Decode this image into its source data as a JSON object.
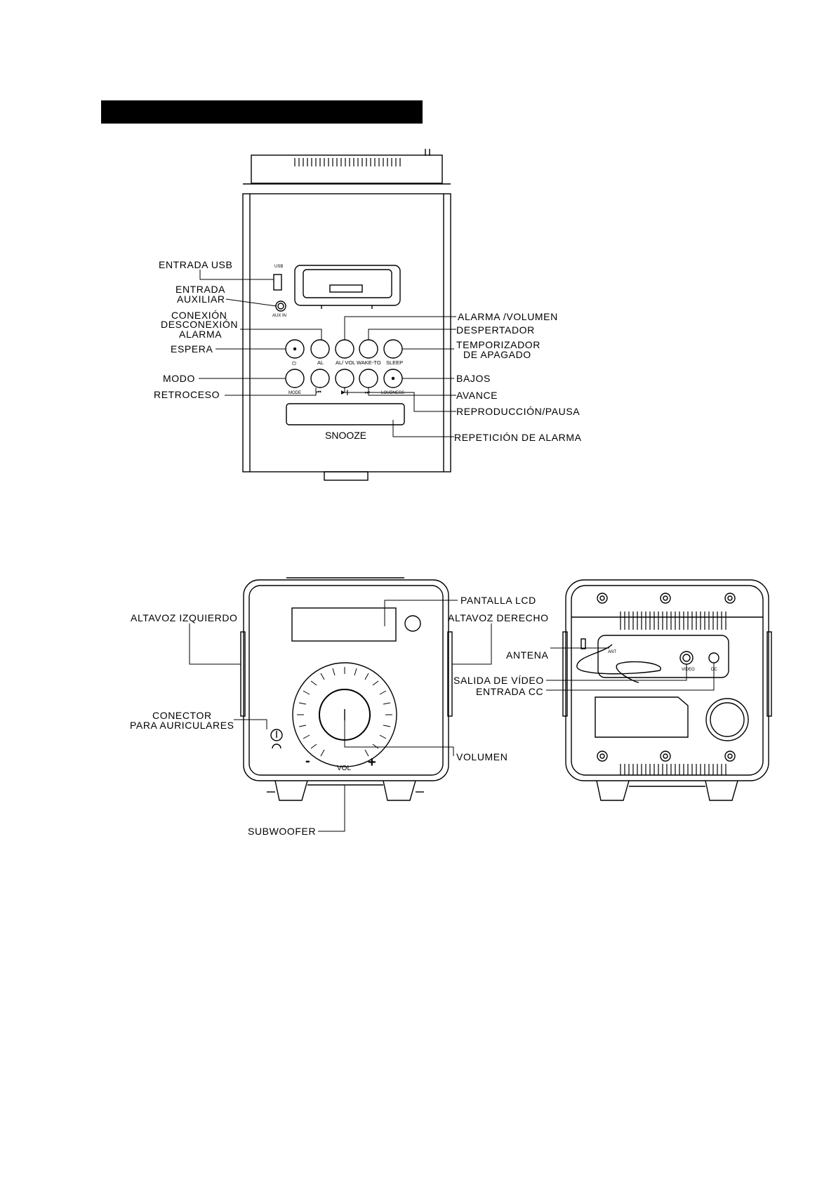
{
  "header": {
    "title_bar_text": ""
  },
  "top_view": {
    "usb_port_label": "USB",
    "aux_port_label": "AUX IN",
    "button_labels": {
      "power": "⏻",
      "al": "AL",
      "al_vol": "AL/ VOL",
      "wake_to": "WAKE-TO",
      "sleep": "SLEEP",
      "mode": "MODE",
      "prev": "⏮",
      "play_pause": "▶❙",
      "next": "⏭",
      "loudness": "LOUDNESS"
    },
    "snooze_label": "SNOOZE",
    "callouts": {
      "usb": "ENTRADA USB",
      "aux_line1": "ENTRADA",
      "aux_line2": "AUXILIAR",
      "alarm_onoff_line1": "CONEXIÓN",
      "alarm_onoff_line2": "DESCONEXIÓN",
      "alarm_onoff_line3": "ALARMA",
      "standby": "ESPERA",
      "mode": "MODO",
      "rewind": "RETROCESO",
      "alarm_volume": "ALARMA /VOLUMEN",
      "wake": "DESPERTADOR",
      "sleep_line1": "TEMPORIZADOR",
      "sleep_line2": "DE APAGADO",
      "bass": "BAJOS",
      "forward": "AVANCE",
      "play_pause": "REPRODUCCIÓN/PAUSA",
      "snooze": "REPETICIÓN DE ALARMA"
    }
  },
  "front_view": {
    "vol_minus": "-",
    "vol_plus": "+",
    "vol_label": "VOL",
    "callouts": {
      "lcd": "PANTALLA LCD",
      "left_speaker": "ALTAVOZ IZQUIERDO",
      "right_speaker": "ALTAVOZ DERECHO",
      "headphone_line1": "CONECTOR",
      "headphone_line2": "PARA AURICULARES",
      "volume": "VOLUMEN",
      "subwoofer": "SUBWOOFER"
    }
  },
  "back_view": {
    "ant_label": "ANT",
    "video_label": "VIDEO",
    "dc_label": "DC",
    "callouts": {
      "antenna": "ANTENA",
      "video_out": "SALIDA DE VÍDEO",
      "dc_in": "ENTRADA CC"
    }
  },
  "icons": [
    "usb-port-icon",
    "aux-jack-icon",
    "power-icon",
    "headphone-icon",
    "volume-knob-icon",
    "screw-icon"
  ]
}
